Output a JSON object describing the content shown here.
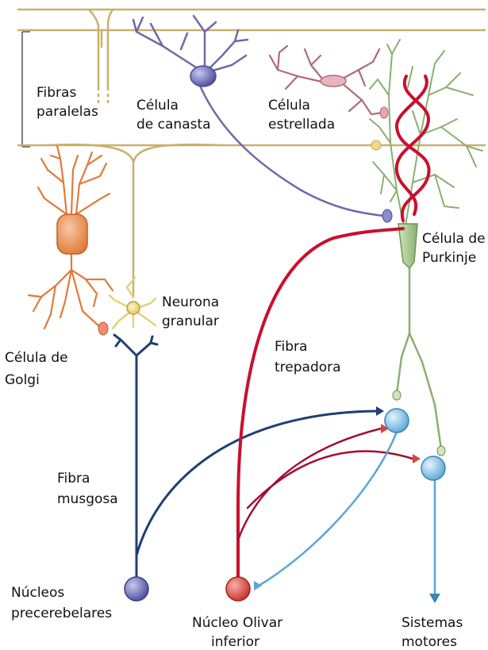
{
  "labels": {
    "fibras_paralelas": [
      "Fibras",
      "paralelas"
    ],
    "celula_canasta": [
      "Célula",
      "de canasta"
    ],
    "celula_estrellada": [
      "Célula",
      "estrellada"
    ],
    "celula_purkinje": [
      "Célula de",
      "Purkinje"
    ],
    "neurona_granular": [
      "Neurona",
      "granular"
    ],
    "celula_golgi": [
      "Célula de",
      "Golgi"
    ],
    "fibra_trepadora": [
      "Fibra",
      "trepadora"
    ],
    "fibra_musgosa": [
      "Fibra",
      "musgosa"
    ],
    "nucleos_precerebelares": [
      "Núcleos",
      "precerebelares"
    ],
    "nucleo_olivar": [
      "Núcleo Olivar",
      "inferior"
    ],
    "sistemas_motores": [
      "Sistemas",
      "motores"
    ]
  },
  "colors": {
    "parallel_fiber": "#c9b06a",
    "basket_cell": "#6e6aa8",
    "stellate_cell": "#b06a7a",
    "purkinje_cell": "#8ab070",
    "climbing_fiber": "#c8102e",
    "golgi_cell": "#e07b3a",
    "granule_cell": "#e3d27a",
    "mossy_fiber": "#1f3f73",
    "deep_nuclei": "#5aa6d6",
    "olive_nucleus": "#d8453a",
    "precerebellar_nucleus": "#5a5ea8"
  }
}
